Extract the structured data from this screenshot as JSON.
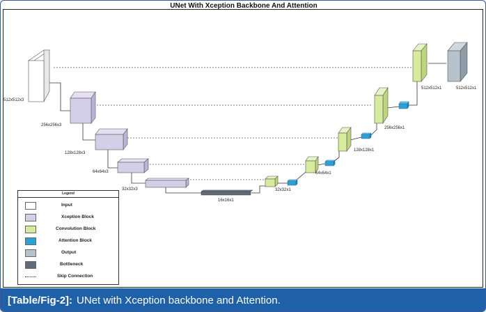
{
  "figure": {
    "title": "UNet With Xception Backbone And Attention",
    "caption_ref": "[Table/Fig-2]:",
    "caption_text": "UNet with Xception backbone and Attention."
  },
  "encoder_labels": {
    "input": "512x512x3",
    "enc1": "256x256x3",
    "enc2": "128x128x3",
    "enc3": "64x64x3",
    "enc4": "32x32x3",
    "bottleneck": "16x16x1"
  },
  "decoder_labels": {
    "dec1": "32x32x1",
    "dec2": "64x64x1",
    "dec3": "128x128x1",
    "dec4": "256x256x1",
    "dec5": "512x512x1",
    "output": "512x512x1"
  },
  "legend": {
    "title": "Legend",
    "items": [
      {
        "label": "Input",
        "color": "#ffffff"
      },
      {
        "label": "Xception Block",
        "color": "#d4cfe8"
      },
      {
        "label": "Convolution Block",
        "color": "#d6ec9c"
      },
      {
        "label": "Attention Block",
        "color": "#2f9fd8"
      },
      {
        "label": "Output",
        "color": "#b6c3cd"
      },
      {
        "label": "Bottleneck",
        "color": "#5e6b78"
      },
      {
        "label": "Skip Connection",
        "color": "dotted"
      }
    ]
  }
}
